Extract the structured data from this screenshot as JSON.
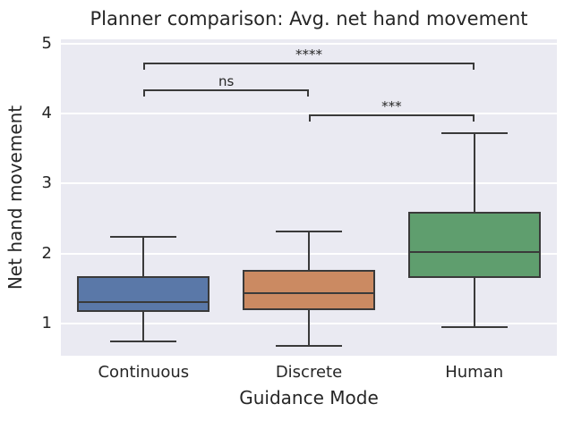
{
  "chart_data": {
    "type": "boxplot",
    "title": "Planner comparison: Avg. net hand movement",
    "xlabel": "Guidance Mode",
    "ylabel": "Net hand movement",
    "categories": [
      "Continuous",
      "Discrete",
      "Human"
    ],
    "yticks": [
      "1",
      "2",
      "3",
      "4",
      "5"
    ],
    "ytick_values": [
      1,
      2,
      3,
      4,
      5
    ],
    "ylim": [
      0.54,
      5.06
    ],
    "grid": true,
    "legend": false,
    "boxes": [
      {
        "label": "Continuous",
        "color": "#5a78a8",
        "whisker_low": 0.75,
        "q1": 1.17,
        "median": 1.31,
        "q3": 1.68,
        "whisker_high": 2.24
      },
      {
        "label": "Discrete",
        "color": "#cb8a62",
        "whisker_low": 0.68,
        "q1": 1.19,
        "median": 1.43,
        "q3": 1.76,
        "whisker_high": 2.31
      },
      {
        "label": "Human",
        "color": "#5f9e6e",
        "whisker_low": 0.95,
        "q1": 1.65,
        "median": 2.02,
        "q3": 2.59,
        "whisker_high": 3.72
      }
    ],
    "annotations": [
      {
        "pair": [
          "Continuous",
          "Human"
        ],
        "label": "****",
        "y": 4.73
      },
      {
        "pair": [
          "Continuous",
          "Discrete"
        ],
        "label": "ns",
        "y": 4.35
      },
      {
        "pair": [
          "Discrete",
          "Human"
        ],
        "label": "***",
        "y": 3.99
      }
    ],
    "style": {
      "axes_bg": "#eaeaf2",
      "grid_color": "#ffffff",
      "line_color": "#3a3a3a",
      "text_color": "#262626"
    }
  }
}
